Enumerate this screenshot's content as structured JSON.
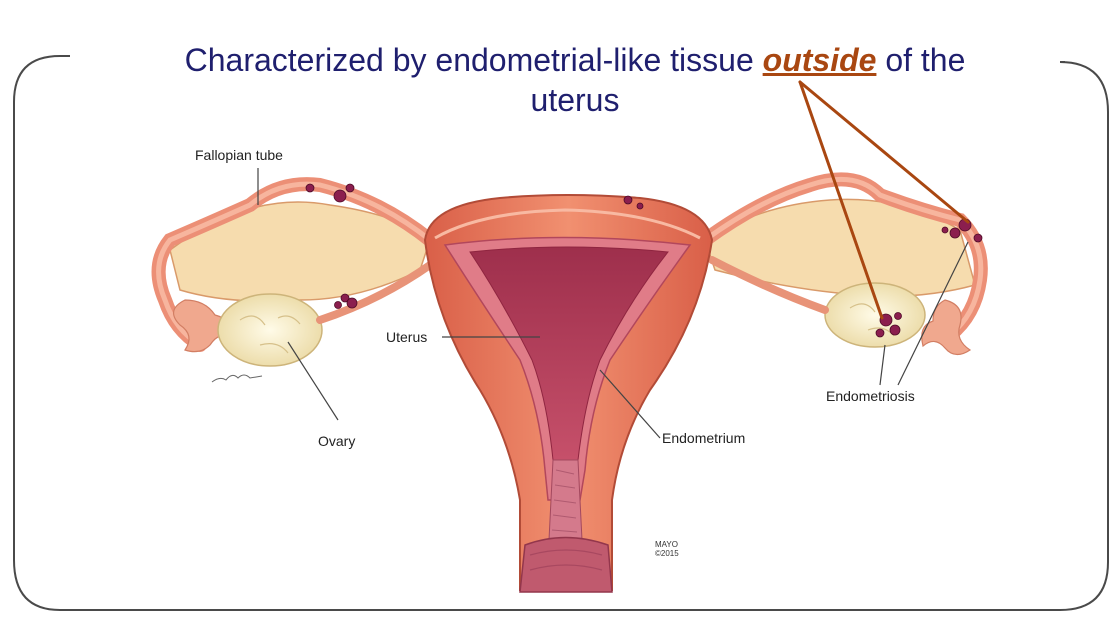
{
  "slide": {
    "title_before": "Characterized by endometrial-like tissue ",
    "title_emphasis": "outside",
    "title_after": " of the",
    "title_line2": "uterus",
    "accent_color": "#a94711",
    "text_color": "#1f1f6e"
  },
  "labels": {
    "fallopian_tube": "Fallopian tube",
    "uterus": "Uterus",
    "ovary": "Ovary",
    "endometrium": "Endometrium",
    "endometriosis": "Endometriosis",
    "credit_line1": "MAYO",
    "credit_line2": "©2015"
  }
}
